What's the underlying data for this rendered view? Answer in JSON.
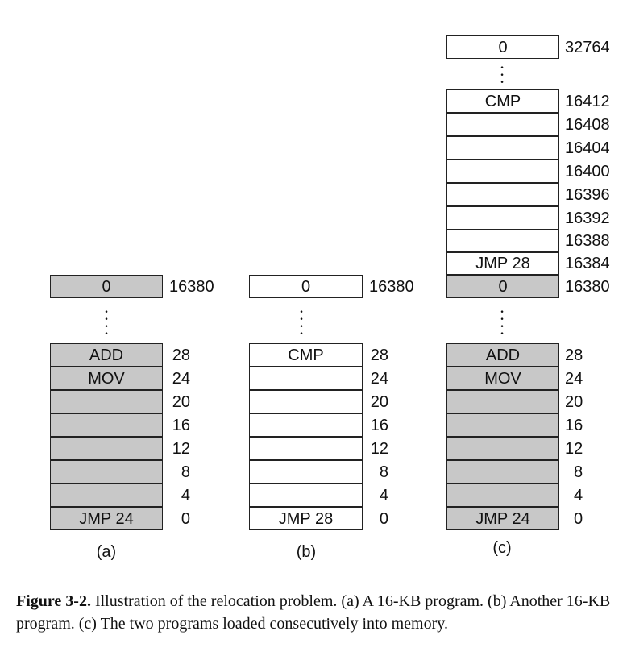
{
  "programs": [
    {
      "label": "(a)",
      "top_address": {
        "value": "0",
        "address": "16380"
      },
      "rows": [
        {
          "text": "ADD",
          "address": "28"
        },
        {
          "text": "MOV",
          "address": "24"
        },
        {
          "text": "",
          "address": "20"
        },
        {
          "text": "",
          "address": "16"
        },
        {
          "text": "",
          "address": "12"
        },
        {
          "text": "",
          "address": "8"
        },
        {
          "text": "",
          "address": "4"
        },
        {
          "text": "JMP  24",
          "address": "0"
        }
      ]
    },
    {
      "label": "(b)",
      "top_address": {
        "value": "0",
        "address": "16380"
      },
      "rows": [
        {
          "text": "CMP",
          "address": "28"
        },
        {
          "text": "",
          "address": "24"
        },
        {
          "text": "",
          "address": "20"
        },
        {
          "text": "",
          "address": "16"
        },
        {
          "text": "",
          "address": "12"
        },
        {
          "text": "",
          "address": "8"
        },
        {
          "text": "",
          "address": "4"
        },
        {
          "text": "JMP 28",
          "address": "0"
        }
      ]
    },
    {
      "label": "(c)",
      "top": {
        "value": "0",
        "address": "32764"
      },
      "upper_rows": [
        {
          "text": "CMP",
          "address": "16412"
        },
        {
          "text": "",
          "address": "16408"
        },
        {
          "text": "",
          "address": "16404"
        },
        {
          "text": "",
          "address": "16400"
        },
        {
          "text": "",
          "address": "16396"
        },
        {
          "text": "",
          "address": "16392"
        },
        {
          "text": "",
          "address": "16388"
        },
        {
          "text": "JMP 28",
          "address": "16384"
        },
        {
          "text": "0",
          "address": "16380"
        }
      ],
      "lower_rows": [
        {
          "text": "ADD",
          "address": "28"
        },
        {
          "text": "MOV",
          "address": "24"
        },
        {
          "text": "",
          "address": "20"
        },
        {
          "text": "",
          "address": "16"
        },
        {
          "text": "",
          "address": "12"
        },
        {
          "text": "",
          "address": "8"
        },
        {
          "text": "",
          "address": "4"
        },
        {
          "text": "JMP  24",
          "address": "0"
        }
      ]
    }
  ],
  "caption": {
    "figure_label": "Figure 3-2.",
    "text": "Illustration of the relocation problem. (a) A 16-KB program. (b) Another 16-KB program. (c) The two programs loaded consecutively into memory."
  },
  "colors": {
    "gray_fill": "#c8c8c8",
    "white_fill": "#ffffff",
    "border": "#222222"
  }
}
